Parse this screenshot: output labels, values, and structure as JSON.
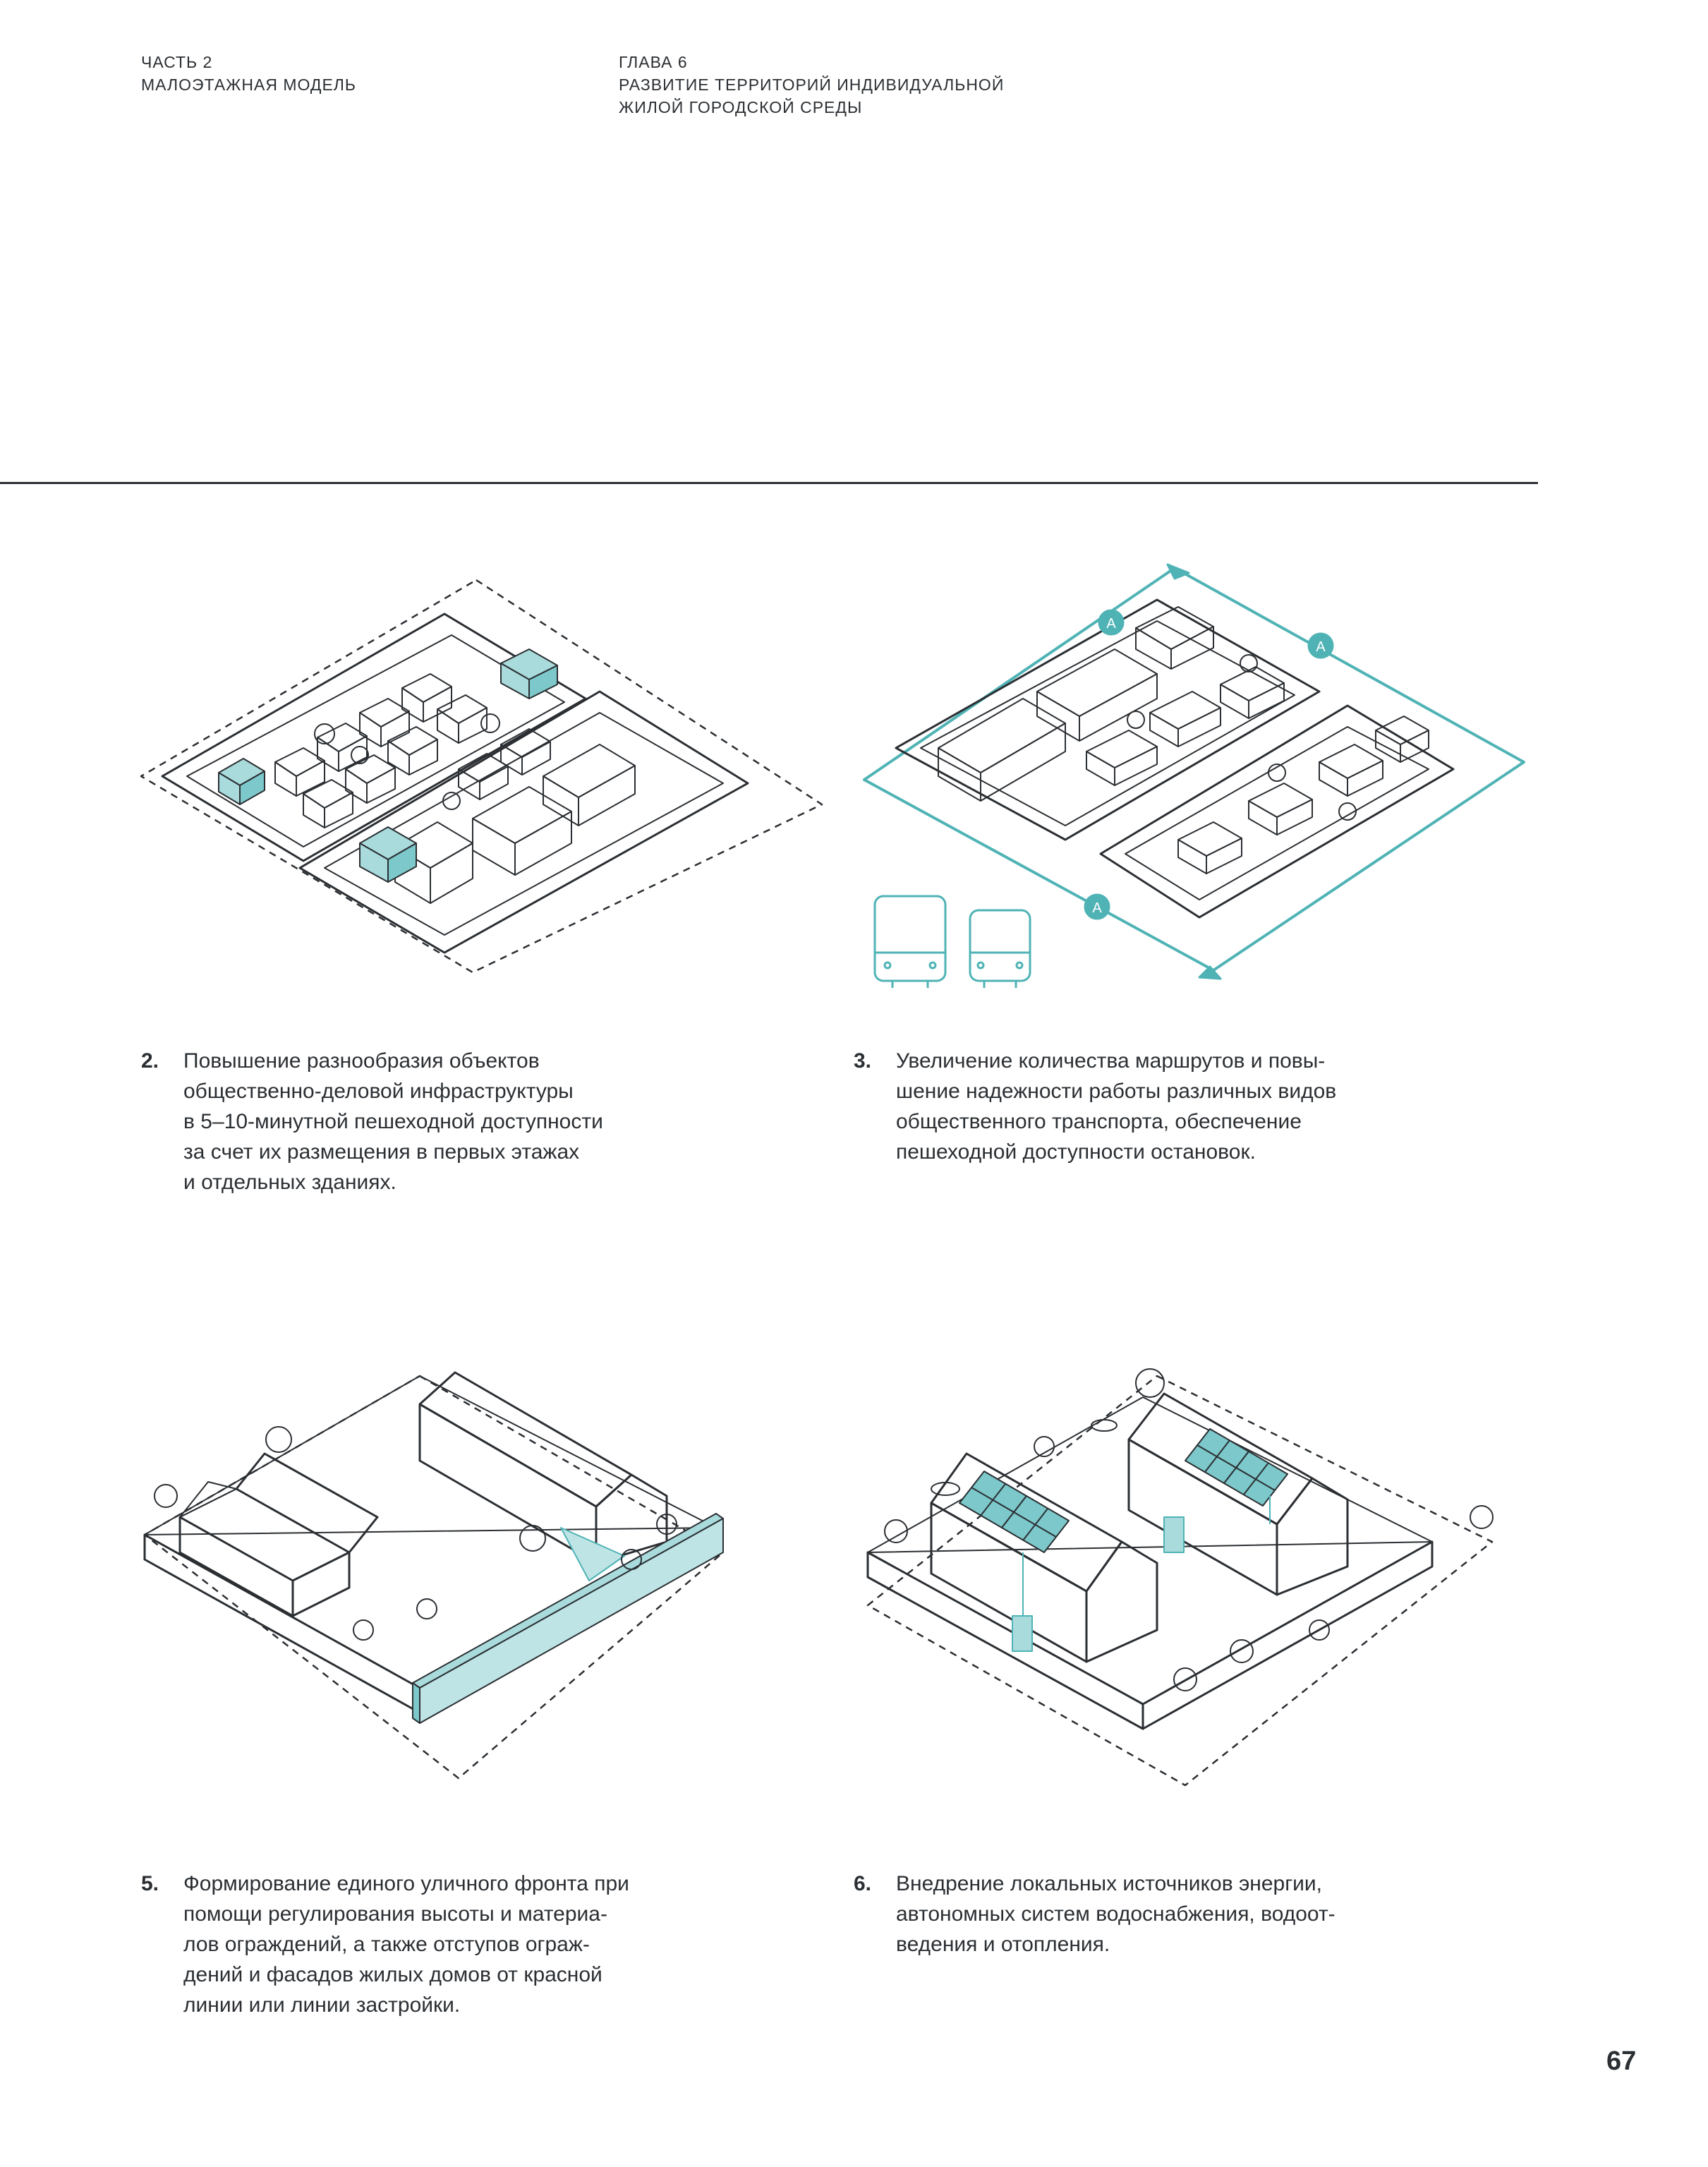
{
  "header": {
    "part_label": "ЧАСТЬ 2",
    "part_title": "МАЛОЭТАЖНАЯ МОДЕЛЬ",
    "chapter_label": "ГЛАВА 6",
    "chapter_title_line1": "РАЗВИТИЕ ТЕРРИТОРИЙ ИНДИВИДУАЛЬНОЙ",
    "chapter_title_line2": "ЖИЛОЙ ГОРОДСКОЙ СРЕДЫ"
  },
  "colors": {
    "ink": "#2b2f33",
    "accent": "#4fb3b5"
  },
  "figures": {
    "fig3_route_marker": "A"
  },
  "items": [
    {
      "number": "2.",
      "lines": [
        "Повышение разнообразия объектов",
        "общественно-деловой инфраструктуры",
        "в 5–10-минутной пешеходной доступности",
        "за счет их размещения в первых этажах",
        "и отдельных зданиях."
      ]
    },
    {
      "number": "3.",
      "lines": [
        "Увеличение количества маршрутов и повы-",
        "шение надежности работы различных видов",
        "общественного транспорта, обеспечение",
        "пешеходной доступности остановок."
      ]
    },
    {
      "number": "5.",
      "lines": [
        "Формирование единого уличного фронта при",
        "помощи регулирования высоты и материа-",
        "лов ограждений, а также отступов ограж-",
        "дений и фасадов жилых домов от красной",
        "линии или линии застройки."
      ]
    },
    {
      "number": "6.",
      "lines": [
        "Внедрение локальных источников энергии,",
        "автономных систем водоснабжения, водоот-",
        "ведения и отопления."
      ]
    }
  ],
  "page_number": "67"
}
